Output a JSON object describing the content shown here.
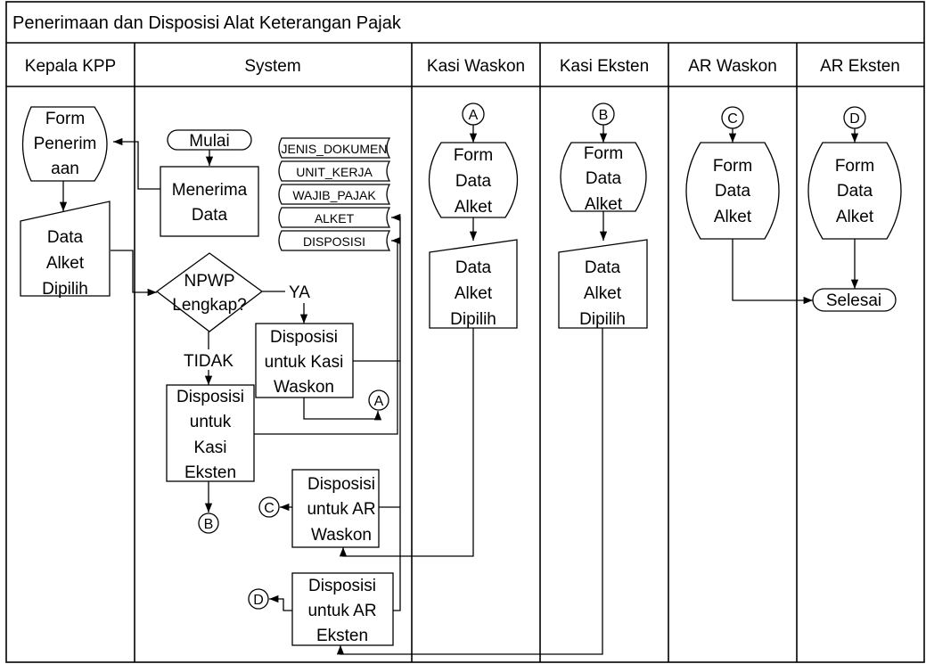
{
  "title": "Penerimaan dan Disposisi Alat Keterangan Pajak",
  "lanes": [
    "Kepala KPP",
    "System",
    "Kasi Waskon",
    "Kasi Eksten",
    "AR Waskon",
    "AR Eksten"
  ],
  "nodes": {
    "form_penerimaan": [
      "Form",
      "Penerim",
      "aan"
    ],
    "data_alket_dipilih_kpp": [
      "Data",
      "Alket",
      "Dipilih"
    ],
    "mulai": "Mulai",
    "menerima_data": [
      "Menerima",
      "Data"
    ],
    "npwp_lengkap": [
      "NPWP",
      "Lengkap?"
    ],
    "ya_label": "YA",
    "tidak_label": "TIDAK",
    "disposisi_kasi_waskon": [
      "Disposisi",
      "untuk Kasi",
      "Waskon"
    ],
    "disposisi_kasi_eksten": [
      "Disposisi",
      "untuk",
      "Kasi",
      "Eksten"
    ],
    "disposisi_ar_waskon": [
      "Disposisi",
      "untuk AR",
      "Waskon"
    ],
    "disposisi_ar_eksten": [
      "Disposisi",
      "untuk AR",
      "Eksten"
    ],
    "databases": [
      "JENIS_DOKUMEN",
      "UNIT_KERJA",
      "WAJIB_PAJAK",
      "ALKET",
      "DISPOSISI"
    ],
    "form_data_alket": [
      "Form",
      "Data",
      "Alket"
    ],
    "data_alket_dipilih": [
      "Data",
      "Alket",
      "Dipilih"
    ],
    "selesai": "Selesai"
  },
  "connectors": {
    "a": "A",
    "b": "B",
    "c": "C",
    "d": "D"
  }
}
